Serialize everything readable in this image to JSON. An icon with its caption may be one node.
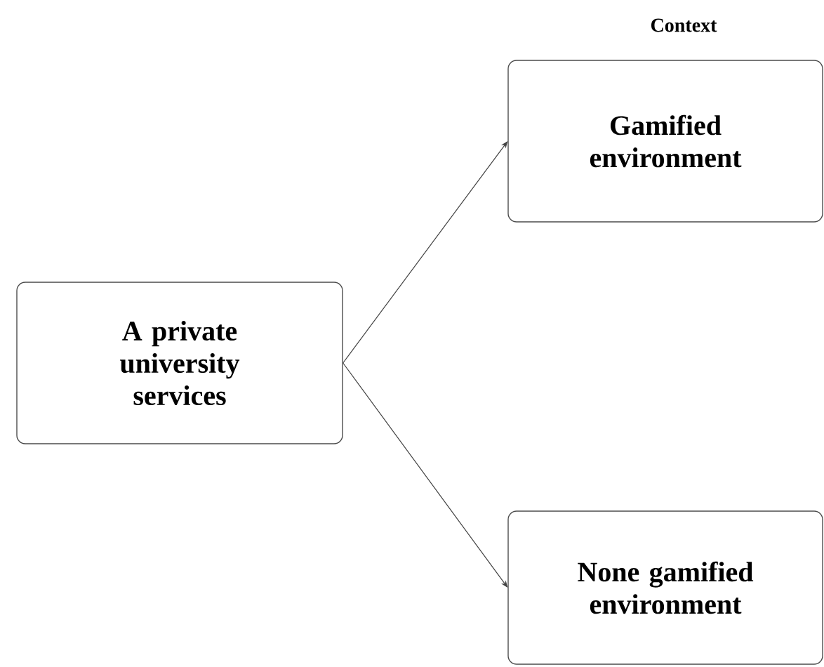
{
  "diagram": {
    "nodes": [
      {
        "text": [
          "A private university services"
        ]
      },
      {
        "text": [
          "Gamified environment"
        ]
      },
      {
        "text": [
          "None gamified environment"
        ]
      }
    ],
    "edges": [
      {
        "from": 0,
        "to": 1,
        "arrow": "to"
      },
      {
        "from": 0,
        "to": 2,
        "arrow": "to"
      }
    ],
    "labels": [
      "Context"
    ]
  }
}
